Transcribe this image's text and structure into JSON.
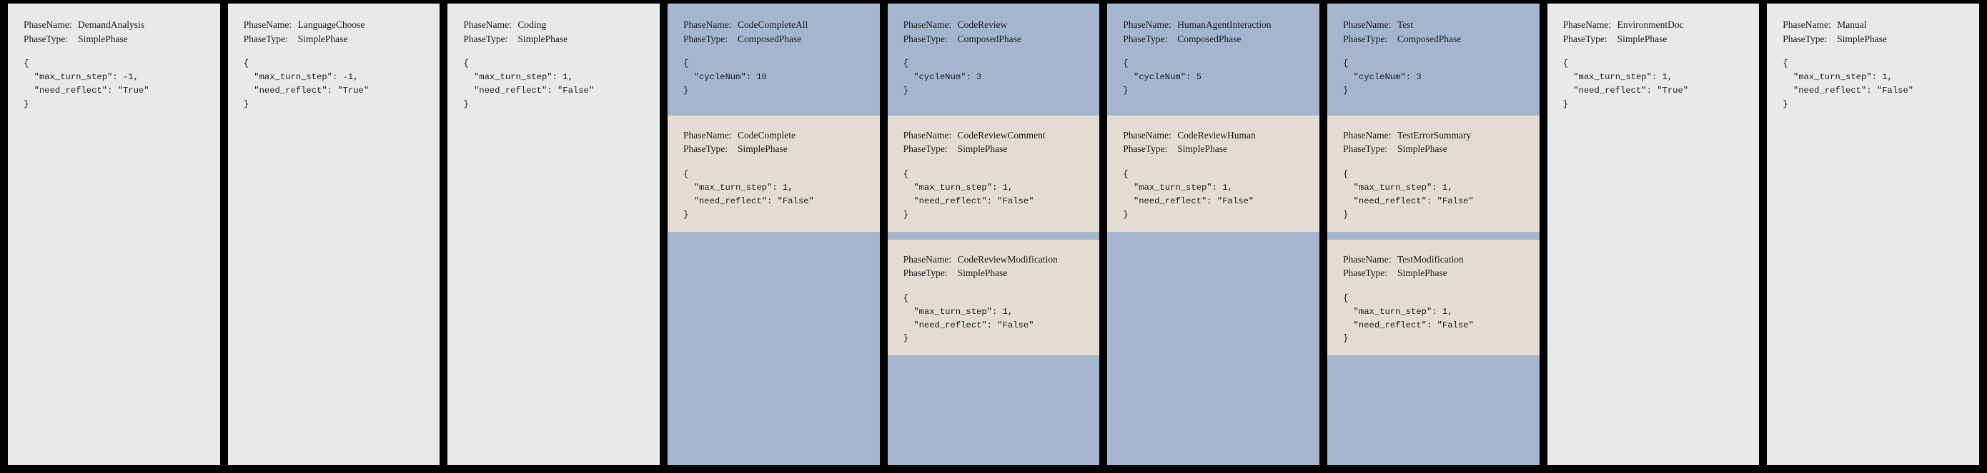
{
  "labels": {
    "phase_name_key": "PhaseName:",
    "phase_type_key": "PhaseType:",
    "type_simple": "SimplePhase",
    "type_composed": "ComposedPhase"
  },
  "colors": {
    "background": "#000000",
    "simple_phase_bg": "#e7eae9",
    "composed_phase_bg": "#a4b6ce",
    "sub_phase_bg": "#e2dcd3",
    "text": "#1b1b1b"
  },
  "panels": [
    {
      "id": "demand-analysis",
      "kind": "simple",
      "name": "DemandAnalysis",
      "type": "SimplePhase",
      "config": "{\n  \"max_turn_step\": -1,\n  \"need_reflect\": \"True\"\n}",
      "config_fields": {
        "max_turn_step": -1,
        "need_reflect": "True"
      },
      "subphases": []
    },
    {
      "id": "language-choose",
      "kind": "simple",
      "name": "LanguageChoose",
      "type": "SimplePhase",
      "config": "{\n  \"max_turn_step\": -1,\n  \"need_reflect\": \"True\"\n}",
      "config_fields": {
        "max_turn_step": -1,
        "need_reflect": "True"
      },
      "subphases": []
    },
    {
      "id": "coding",
      "kind": "simple",
      "name": "Coding",
      "type": "SimplePhase",
      "config": "{\n  \"max_turn_step\": 1,\n  \"need_reflect\": \"False\"\n}",
      "config_fields": {
        "max_turn_step": 1,
        "need_reflect": "False"
      },
      "subphases": []
    },
    {
      "id": "code-complete-all",
      "kind": "composed",
      "name": "CodeCompleteAll",
      "type": "ComposedPhase",
      "config": "{\n  \"cycleNum\": 10\n}",
      "config_fields": {
        "cycleNum": 10
      },
      "subphases": [
        {
          "id": "code-complete",
          "name": "CodeComplete",
          "type": "SimplePhase",
          "config": "{\n  \"max_turn_step\": 1,\n  \"need_reflect\": \"False\"\n}",
          "config_fields": {
            "max_turn_step": 1,
            "need_reflect": "False"
          }
        }
      ]
    },
    {
      "id": "code-review",
      "kind": "composed",
      "name": "CodeReview",
      "type": "ComposedPhase",
      "config": "{\n  \"cycleNum\": 3\n}",
      "config_fields": {
        "cycleNum": 3
      },
      "subphases": [
        {
          "id": "code-review-comment",
          "name": "CodeReviewComment",
          "type": "SimplePhase",
          "config": "{\n  \"max_turn_step\": 1,\n  \"need_reflect\": \"False\"\n}",
          "config_fields": {
            "max_turn_step": 1,
            "need_reflect": "False"
          }
        },
        {
          "id": "code-review-modification",
          "name": "CodeReviewModification",
          "type": "SimplePhase",
          "config": "{\n  \"max_turn_step\": 1,\n  \"need_reflect\": \"False\"\n}",
          "config_fields": {
            "max_turn_step": 1,
            "need_reflect": "False"
          }
        }
      ]
    },
    {
      "id": "human-agent-interaction",
      "kind": "composed",
      "name": "HumanAgentInteraction",
      "type": "ComposedPhase",
      "config": "{\n  \"cycleNum\": 5\n}",
      "config_fields": {
        "cycleNum": 5
      },
      "subphases": [
        {
          "id": "code-review-human",
          "name": "CodeReviewHuman",
          "type": "SimplePhase",
          "config": "{\n  \"max_turn_step\": 1,\n  \"need_reflect\": \"False\"\n}",
          "config_fields": {
            "max_turn_step": 1,
            "need_reflect": "False"
          }
        }
      ]
    },
    {
      "id": "test",
      "kind": "composed",
      "name": "Test",
      "type": "ComposedPhase",
      "config": "{\n  \"cycleNum\": 3\n}",
      "config_fields": {
        "cycleNum": 3
      },
      "subphases": [
        {
          "id": "test-error-summary",
          "name": "TestErrorSummary",
          "type": "SimplePhase",
          "config": "{\n  \"max_turn_step\": 1,\n  \"need_reflect\": \"False\"\n}",
          "config_fields": {
            "max_turn_step": 1,
            "need_reflect": "False"
          }
        },
        {
          "id": "test-modification",
          "name": "TestModification",
          "type": "SimplePhase",
          "config": "{\n  \"max_turn_step\": 1,\n  \"need_reflect\": \"False\"\n}",
          "config_fields": {
            "max_turn_step": 1,
            "need_reflect": "False"
          }
        }
      ]
    },
    {
      "id": "environment-doc",
      "kind": "simple",
      "name": "EnvironmentDoc",
      "type": "SimplePhase",
      "config": "{\n  \"max_turn_step\": 1,\n  \"need_reflect\": \"True\"\n}",
      "config_fields": {
        "max_turn_step": 1,
        "need_reflect": "True"
      },
      "subphases": []
    },
    {
      "id": "manual",
      "kind": "simple",
      "name": "Manual",
      "type": "SimplePhase",
      "config": "{\n  \"max_turn_step\": 1,\n  \"need_reflect\": \"False\"\n}",
      "config_fields": {
        "max_turn_step": 1,
        "need_reflect": "False"
      },
      "subphases": []
    }
  ]
}
